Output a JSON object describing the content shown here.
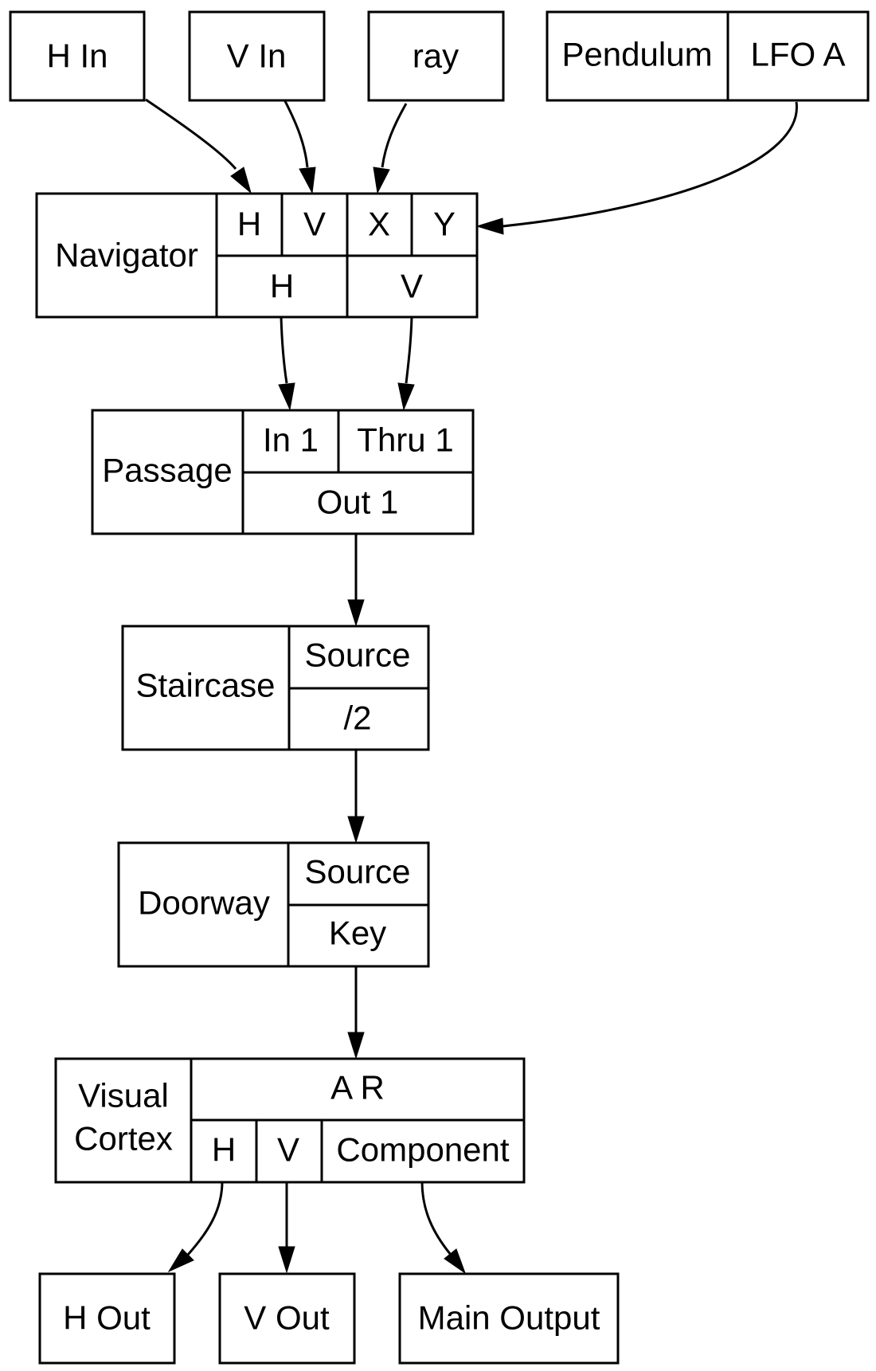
{
  "colors": {
    "stroke": "#000000",
    "background": "#ffffff"
  },
  "nodes": {
    "h_in": "H In",
    "v_in": "V In",
    "ray": "ray",
    "pendulum": {
      "title": "Pendulum",
      "port": "LFO A"
    },
    "navigator": {
      "title": "Navigator",
      "ports_in": [
        "H",
        "V",
        "X",
        "Y"
      ],
      "ports_out": [
        "H",
        "V"
      ]
    },
    "passage": {
      "title": "Passage",
      "ports_in": [
        "In 1",
        "Thru 1"
      ],
      "ports_out": [
        "Out 1"
      ]
    },
    "staircase": {
      "title": "Staircase",
      "port_in": "Source",
      "port_out": "/2"
    },
    "doorway": {
      "title": "Doorway",
      "port_in": "Source",
      "port_out": "Key"
    },
    "visual_cortex": {
      "title_lines": [
        "Visual",
        "Cortex"
      ],
      "port_in": "A R",
      "ports_out": [
        "H",
        "V",
        "Component"
      ]
    },
    "h_out": "H Out",
    "v_out": "V Out",
    "main_output": "Main Output"
  },
  "edges": [
    [
      "h_in",
      "navigator.H"
    ],
    [
      "v_in",
      "navigator.V"
    ],
    [
      "ray",
      "navigator.X"
    ],
    [
      "pendulum.LFO A",
      "navigator.Y"
    ],
    [
      "navigator.H",
      "passage.In 1"
    ],
    [
      "navigator.V",
      "passage.Thru 1"
    ],
    [
      "passage.Out 1",
      "staircase.Source"
    ],
    [
      "staircase./2",
      "doorway.Source"
    ],
    [
      "doorway.Key",
      "visual_cortex.A R"
    ],
    [
      "visual_cortex.H",
      "h_out"
    ],
    [
      "visual_cortex.V",
      "v_out"
    ],
    [
      "visual_cortex.Component",
      "main_output"
    ]
  ]
}
